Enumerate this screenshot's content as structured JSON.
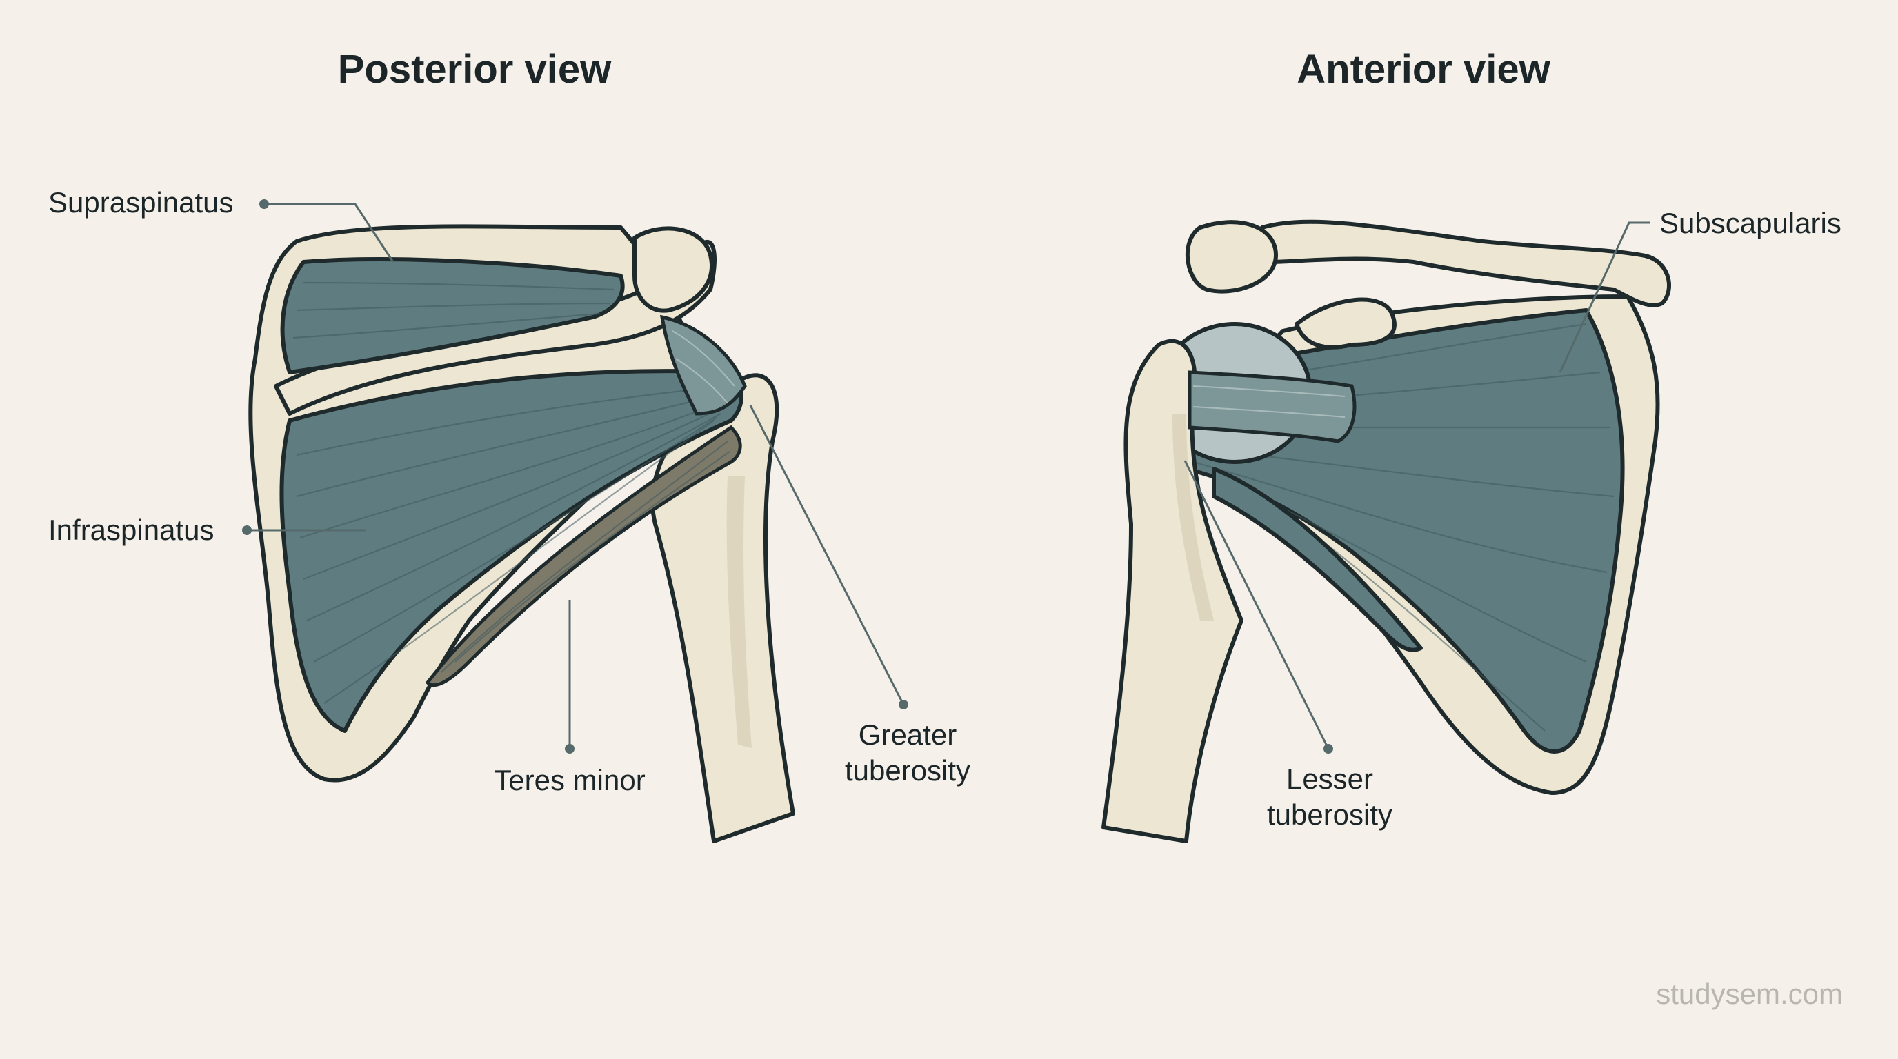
{
  "posterior": {
    "title": "Posterior view",
    "labels": {
      "supraspinatus": "Supraspinatus",
      "infraspinatus": "Infraspinatus",
      "teres_minor": "Teres minor",
      "greater_tuberosity_line1": "Greater",
      "greater_tuberosity_line2": "tuberosity"
    }
  },
  "anterior": {
    "title": "Anterior view",
    "labels": {
      "subscapularis": "Subscapularis",
      "lesser_tuberosity_line1": "Lesser",
      "lesser_tuberosity_line2": "tuberosity"
    }
  },
  "watermark": "studysem.com",
  "colors": {
    "background": "#f5f1ea",
    "bone": "#ece6d2",
    "muscle": "#5f7d80",
    "teres_minor": "#7e7a6a",
    "humeral_head": "#b6c4c5",
    "leader_line": "#56696b"
  }
}
